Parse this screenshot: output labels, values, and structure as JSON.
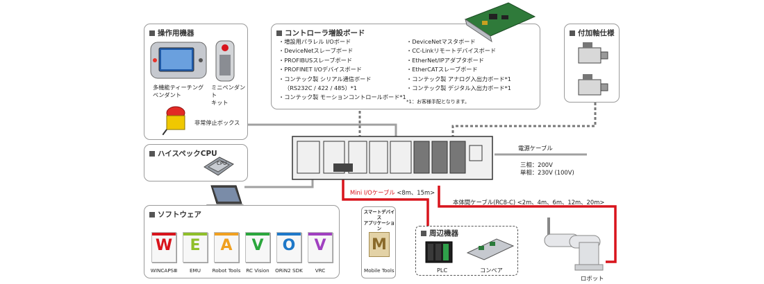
{
  "operation": {
    "title": "操作用機器",
    "teach_pendant": "多機能ティーチング\nペンダント",
    "mini_pendant": "ミニペンダント\nキット",
    "estop": "非常停止ボックス"
  },
  "cpu": {
    "title": "ハイスペックCPU",
    "chip_label": "CPU"
  },
  "software": {
    "title": "ソフトウェア",
    "items": [
      {
        "label": "WINCAPSⅢ",
        "letter": "W",
        "color": "#d8141c"
      },
      {
        "label": "EMU",
        "letter": "E",
        "color": "#8fbf2a"
      },
      {
        "label": "Robot Tools",
        "letter": "A",
        "color": "#f0a020"
      },
      {
        "label": "RC Vision",
        "letter": "V",
        "color": "#2aa63c"
      },
      {
        "label": "ORiN2 SDK",
        "letter": "O",
        "color": "#1e78c8"
      },
      {
        "label": "VRC",
        "letter": "V",
        "color": "#a040c0"
      }
    ]
  },
  "smart_device": {
    "title": "スマートデバイス\nアプリケーション",
    "letter": "M",
    "label": "Mobile Tools"
  },
  "peripherals": {
    "title": "周辺機器",
    "plc": "PLC",
    "conveyor": "コンベア"
  },
  "expansion": {
    "title": "コントローラ増設ボード",
    "left": [
      "・増設用パラレル I/Oボード",
      "・DeviceNetスレーブボード",
      "・PROFIBUSスレーブボード",
      "・PROFINET I/Oデバイスボード",
      "・コンテック製 シリアル通信ボード",
      "（RS232C / 422 / 485）*1",
      "・コンテック製 モーションコントロールボード*1"
    ],
    "right": [
      "・DeviceNetマスタボード",
      "・CC-Linkリモートデバイスボード",
      "・EtherNet/IPアダプタボード",
      "・EtherCATスレーブボード",
      "・コンテック製 アナログ入出力ボード*1",
      "・コンテック製 デジタル入出力ボード*1"
    ],
    "note": "*1：お客様手配となります。"
  },
  "options": {
    "title": "付加軸仕様"
  },
  "cables": {
    "power": "電源ケーブル",
    "power_spec_1": "三相：200V",
    "power_spec_2": "単相：230V (100V)",
    "mini_io": "Mini I/Oケーブル",
    "mini_io_len": "<8m、15m>",
    "main_cable": "本体間ケーブル(RC8-C) <2m、4m、6m、12m、20m>"
  },
  "robot": {
    "label": "ロボット"
  },
  "colors": {
    "red_cable": "#d8141c",
    "gray_cable": "#999999",
    "dark_line": "#444444"
  }
}
